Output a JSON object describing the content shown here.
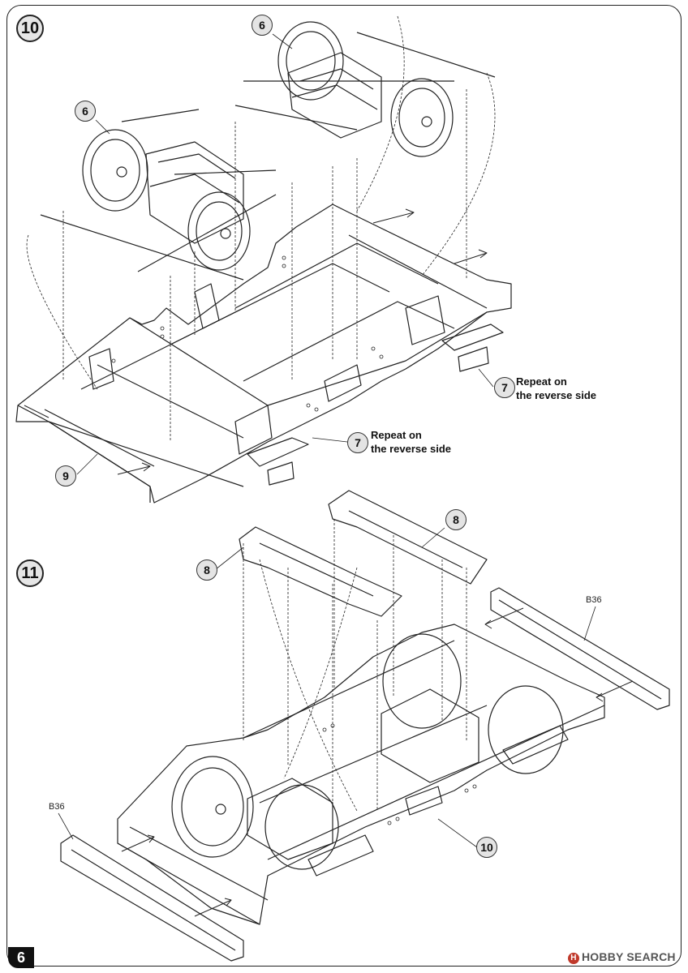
{
  "steps": [
    {
      "number": "10",
      "callouts": [
        "6",
        "6",
        "7",
        "7",
        "9"
      ],
      "notes": [
        "Repeat on\nthe reverse side",
        "Repeat on\nthe reverse side"
      ]
    },
    {
      "number": "11",
      "callouts": [
        "8",
        "8",
        "10"
      ],
      "part_codes": [
        "B36",
        "B36"
      ]
    }
  ],
  "footer": {
    "page_number": "6",
    "watermark_text": "HOBBY SEARCH"
  }
}
